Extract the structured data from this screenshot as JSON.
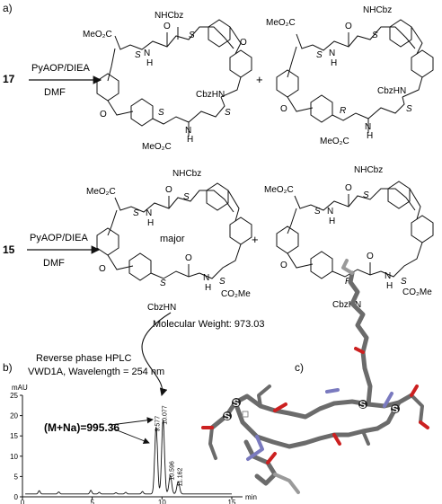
{
  "panels": {
    "a": "a)",
    "b": "b)",
    "c": "c)"
  },
  "reactions": [
    {
      "reactant": "17",
      "reagent": "PyAOP/DIEA",
      "solvent": "DMF",
      "plus": "+"
    },
    {
      "reactant": "15",
      "reagent": "PyAOP/DIEA",
      "solvent": "DMF",
      "plus": "+"
    }
  ],
  "labels": {
    "meo2c": "MeO₂C",
    "co2me": "CO₂Me",
    "nhcbz": "NHCbz",
    "cbzhn": "CbzHN",
    "n": "N",
    "h": "H",
    "o": "O",
    "s": "S",
    "r": "R",
    "major": "major"
  },
  "molecular_weight": "Molecular Weight: 973.03",
  "hplc": {
    "title": "Reverse phase HPLC",
    "detector": "VWD1A, Wavelength = 254 nm",
    "y_unit": "mAU",
    "yticks": [
      "25",
      "20",
      "15",
      "10",
      "5",
      "0"
    ],
    "xticks": [
      "0",
      "5",
      "10",
      "15"
    ],
    "x_unit": "min",
    "annotation": "(M+Na)=995.36",
    "peaks": [
      {
        "rt": "9.577",
        "time": 9.577,
        "height": 16.5
      },
      {
        "rt": "10.077",
        "time": 10.077,
        "height": 18.2
      },
      {
        "rt": "10.596",
        "time": 10.596,
        "height": 4.5
      },
      {
        "rt": "11.162",
        "time": 11.162,
        "height": 3.0
      }
    ]
  },
  "colors": {
    "line": "#111111",
    "carbon": "#6b6b6b",
    "carbon_light": "#9a9a9a",
    "oxygen": "#cc2020",
    "nitrogen": "#7a7abf",
    "sulfur": "#1a1a1a"
  }
}
